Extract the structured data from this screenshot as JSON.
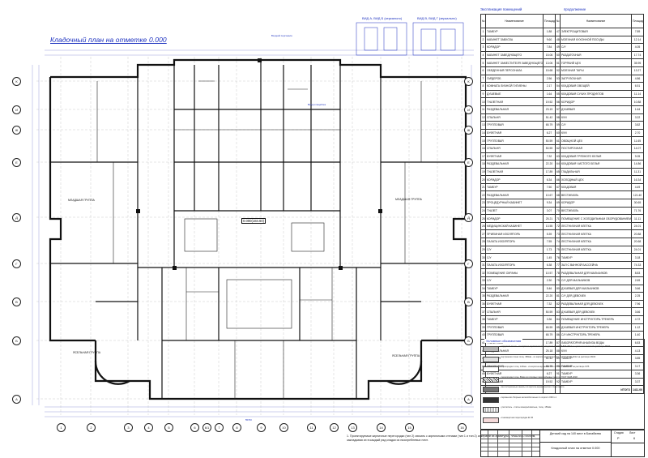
{
  "title": "Кладочный план на отметке 0.000",
  "views": {
    "view_a": "ВИД А, ВИД Б (зеркально)",
    "view_b": "ВИД В, ВИД Г (зеркально)"
  },
  "explication": {
    "title_left": "Экспликация помещений",
    "title_right": "продолжение",
    "col_name": "Наименование",
    "col_area": "Площадь м²"
  },
  "rooms_left": [
    {
      "n": "1",
      "name": "ТАМБУР",
      "area": "1.88"
    },
    {
      "n": "2",
      "name": "КАБИНЕТ ЗАВХОЗА",
      "area": "9.60"
    },
    {
      "n": "3",
      "name": "КОРИДОР",
      "area": "7.84"
    },
    {
      "n": "4",
      "name": "КАБИНЕТ ЗАВЕДУЮЩЕГО",
      "area": "15.06"
    },
    {
      "n": "5",
      "name": "КАБИНЕТ ЗАМЕСТИТЕЛЯ ЗАВЕДУЮЩЕГО",
      "area": "13.06"
    },
    {
      "n": "6",
      "name": "ОБЕДЕННАЯ ПЕРСОНАЛА",
      "area": "15.68"
    },
    {
      "n": "7",
      "name": "ГАРДЕРОБ",
      "area": "2.56"
    },
    {
      "n": "8",
      "name": "КОМНАТА ЛИЧНОЙ ГИГИЕНЫ",
      "area": "2.17"
    },
    {
      "n": "9",
      "name": "ДУШЕВЫЕ",
      "area": "1.64"
    },
    {
      "n": "10",
      "name": "ТУАЛЕТНАЯ",
      "area": "19.52"
    },
    {
      "n": "11",
      "name": "РАЗДЕВАЛЬНАЯ",
      "area": "23.19"
    },
    {
      "n": "12",
      "name": "СПАЛЬНЯ",
      "area": "51.42"
    },
    {
      "n": "13",
      "name": "ГРУППОВАЯ",
      "area": "65.79"
    },
    {
      "n": "14",
      "name": "БУФЕТНАЯ",
      "area": "6.27"
    },
    {
      "n": "15",
      "name": "ГРУППОВАЯ",
      "area": "50.59"
    },
    {
      "n": "16",
      "name": "СПАЛЬНЯ",
      "area": "50.59"
    },
    {
      "n": "17",
      "name": "БУФЕТНАЯ",
      "area": "7.32"
    },
    {
      "n": "18",
      "name": "РАЗДЕВАЛЬНАЯ",
      "area": "22.20"
    },
    {
      "n": "19",
      "name": "ТУАЛЕТНАЯ",
      "area": "17.89"
    },
    {
      "n": "20",
      "name": "КОРИДОР",
      "area": "6.34"
    },
    {
      "n": "21",
      "name": "ТАМБУР",
      "area": "7.50"
    },
    {
      "n": "22",
      "name": "РАЗДЕВАЛЬНАЯ",
      "area": "10.67"
    },
    {
      "n": "23",
      "name": "ПРОЦЕДУРНЫЙ КАБИНЕТ",
      "area": "9.34"
    },
    {
      "n": "24",
      "name": "ТУАЛЕТ",
      "area": "3.07"
    },
    {
      "n": "25",
      "name": "КОРИДОР",
      "area": "25.21"
    },
    {
      "n": "26",
      "name": "МЕДИЦИНСКИЙ КАБИНЕТ",
      "area": "13.55"
    },
    {
      "n": "27",
      "name": "ПРИЕМНАЯ ИЗОЛЯТОРА",
      "area": "5.39"
    },
    {
      "n": "28",
      "name": "ПАЛАТА ИЗОЛЯТОРА",
      "area": "7.55"
    },
    {
      "n": "29",
      "name": "С/У",
      "area": "1.73"
    },
    {
      "n": "30",
      "name": "С/У",
      "area": "1.45"
    },
    {
      "n": "31",
      "name": "ПАЛАТА ИЗОЛЯТОРА",
      "area": "6.38"
    },
    {
      "n": "32",
      "name": "ПОМЕЩЕНИЕ ОХРАНЫ",
      "area": "10.57"
    },
    {
      "n": "33",
      "name": "С/У",
      "area": "2.30"
    },
    {
      "n": "34",
      "name": "ТАМБУР",
      "area": "5.46"
    },
    {
      "n": "35",
      "name": "РАЗДЕВАЛЬНАЯ",
      "area": "22.20"
    },
    {
      "n": "36",
      "name": "БУФЕТНАЯ",
      "area": "7.32"
    },
    {
      "n": "37",
      "name": "СПАЛЬНЯ",
      "area": "50.59"
    },
    {
      "n": "38",
      "name": "ТАМБУР",
      "area": "3.36"
    },
    {
      "n": "39",
      "name": "ГРУППОВАЯ",
      "area": "65.59"
    },
    {
      "n": "40",
      "name": "ГРУППОВАЯ",
      "area": "65.79"
    },
    {
      "n": "41",
      "name": "ТУАЛЕТНАЯ",
      "area": "17.89"
    },
    {
      "n": "42",
      "name": "РАЗДЕВАЛЬНАЯ",
      "area": "25.18"
    },
    {
      "n": "43",
      "name": "СПАЛЬНЯ",
      "area": "51.42"
    },
    {
      "n": "44",
      "name": "ГРУППОВАЯ",
      "area": "65.79"
    },
    {
      "n": "45",
      "name": "БУФЕТНАЯ",
      "area": "6.27"
    },
    {
      "n": "46",
      "name": "ТУАЛЕТНАЯ",
      "area": "19.52"
    }
  ],
  "rooms_right": [
    {
      "n": "47",
      "name": "ЭЛЕКТРОЩИТОВАЯ",
      "area": "7.89"
    },
    {
      "n": "48",
      "name": "МОЕЧНАЯ КУХОННОЙ ПОСУДЫ",
      "area": "12.14"
    },
    {
      "n": "49",
      "name": "С/У",
      "area": "4.05"
    },
    {
      "n": "50",
      "name": "РАЗДАТОЧНАЯ",
      "area": "17.74"
    },
    {
      "n": "51",
      "name": "ГОРЯЧИЙ ЦЕХ",
      "area": "35.95"
    },
    {
      "n": "52",
      "name": "МОЕЧНАЯ ТАРЫ",
      "area": "13.27"
    },
    {
      "n": "53",
      "name": "ЗАГРУЗОЧНАЯ",
      "area": "4.86"
    },
    {
      "n": "54",
      "name": "КЛАДОВАЯ ОВОЩЕЙ",
      "area": "6.51"
    },
    {
      "n": "55",
      "name": "КЛАДОВАЯ СУХИХ ПРОДУКТОВ",
      "area": "11.14"
    },
    {
      "n": "56",
      "name": "КОРИДОР",
      "area": "10.88"
    },
    {
      "n": "57",
      "name": "ДУШЕВАЯ",
      "area": "1.64"
    },
    {
      "n": "58",
      "name": "КУИ",
      "area": "3.22"
    },
    {
      "n": "59",
      "name": "С/У",
      "area": "3.82"
    },
    {
      "n": "60",
      "name": "КУИ",
      "area": "2.70"
    },
    {
      "n": "61",
      "name": "ОВОЩНОЙ ЦЕХ",
      "area": "11.65"
    },
    {
      "n": "62",
      "name": "ПОСТИРОЧНАЯ",
      "area": "14.07"
    },
    {
      "n": "63",
      "name": "КЛАДОВАЯ ГРЯЗНОГО БЕЛЬЯ",
      "area": "9.05"
    },
    {
      "n": "64",
      "name": "КЛАДОВАЯ ЧИСТОГО БЕЛЬЯ",
      "area": "14.86"
    },
    {
      "n": "65",
      "name": "ГЛАДИЛЬНАЯ",
      "area": "11.31"
    },
    {
      "n": "66",
      "name": "ХОЛОДНЫЙ ЦЕХ",
      "area": "16.34"
    },
    {
      "n": "67",
      "name": "КЛАДОВАЯ",
      "area": "4.49"
    },
    {
      "n": "68",
      "name": "ВЕСТИБЮЛЬ",
      "area": "121.40"
    },
    {
      "n": "69",
      "name": "КОРИДОР",
      "area": "30.65"
    },
    {
      "n": "70",
      "name": "ВЕСТИБЮЛЬ",
      "area": "71.76"
    },
    {
      "n": "71",
      "name": "ПОМЕЩЕНИЕ С ХОЛОДИЛЬНЫМ ОБОРУДОВАНИЕМ",
      "area": "11.11"
    },
    {
      "n": "72",
      "name": "ЛЕСТНИЧНАЯ КЛЕТКА",
      "area": "24.01"
    },
    {
      "n": "73",
      "name": "ЛЕСТНИЧНАЯ КЛЕТКА",
      "area": "20.88"
    },
    {
      "n": "74",
      "name": "ЛЕСТНИЧНАЯ КЛЕТКА",
      "area": "20.68"
    },
    {
      "n": "75",
      "name": "ЛЕСТНИЧНАЯ КЛЕТКА",
      "area": "24.01"
    },
    {
      "n": "76",
      "name": "ТАМБУР",
      "area": "3.18"
    },
    {
      "n": "77",
      "name": "ЗАЛ С ВАННОЙ БАССЕЙНА",
      "area": "74.33"
    },
    {
      "n": "78",
      "name": "РАЗДЕВАЛЬНАЯ ДЛЯ МАЛЬЧИКОВ",
      "area": "8.83"
    },
    {
      "n": "79",
      "name": "С/У ДЛЯ МАЛЬЧИКОВ",
      "area": "2.69"
    },
    {
      "n": "80",
      "name": "ДУШЕВАЯ ДЛЯ МАЛЬЧИКОВ",
      "area": "3.66"
    },
    {
      "n": "81",
      "name": "С/У ДЛЯ ДЕВОЧЕК",
      "area": "2.25"
    },
    {
      "n": "82",
      "name": "РАЗДЕВАЛЬНАЯ ДЛЯ ДЕВОЧЕК",
      "area": "7.96"
    },
    {
      "n": "83",
      "name": "ДУШЕВАЯ ДЛЯ ДЕВОЧЕК",
      "area": "3.66"
    },
    {
      "n": "84",
      "name": "ПОМЕЩЕНИЕ ИНСТРУКТОРА-ТРЕНЕРА",
      "area": "4.72"
    },
    {
      "n": "85",
      "name": "ДУШЕВАЯ ИНСТРУКТОРА-ТРЕНЕРА",
      "area": "1.12"
    },
    {
      "n": "86",
      "name": "С/У ИНСТРУКТОРА-ТРЕНЕРА",
      "area": "1.40"
    },
    {
      "n": "87",
      "name": "ЛАБОРАТОРИЯ АНАЛИЗА ВОДЫ",
      "area": "6.83"
    },
    {
      "n": "88",
      "name": "КУИ",
      "area": "4.13"
    },
    {
      "n": "89",
      "name": "ТАМБУР",
      "area": "3.85"
    },
    {
      "n": "90",
      "name": "ТАМБУР",
      "area": "3.17"
    },
    {
      "n": "91",
      "name": "ТАМБУР",
      "area": "3.36"
    },
    {
      "n": "92",
      "name": "ТАМБУР",
      "area": "3.37"
    }
  ],
  "total": {
    "label": "ИТОГО",
    "area": "1411.00"
  },
  "legend": {
    "title": "Условные обозначения",
    "items": [
      "- наружная стена - из кирпича керамического лицевого по ГОСТ 530-2012 на цементно-песчаном растворе М100",
      "- внутренняя стена толщ. 380мм - из кирпича керамического по ГОСТ 530-2012 на растворе М100",
      "- перегородки толщ. 120мм - из кирпича керамического по ГОСТ 530-2012 на растворе М75",
      "- перегородки толщ. 80мм из гипсовых пазогребневых плит по ГОСТ 6428-2018",
      "- вентиляционные каналы из кирпича керамического полнотелого",
      "- перемычки сборные железобетонные по серии 1.038.1-1",
      "- утеплитель - плиты минераловатные, толщ. 150мм",
      "- огнезащитная перегородка EI 45"
    ]
  },
  "note": "1. Проектируемые кирпичные перегородки (тип 2) связать с кирпичными стенами (тип 1 и тип 2) анкерами из арматуры - Ф6А240 L=500мм, закладывая их в каждый ряд кладки из пазогребневых плит.",
  "stamp": {
    "project": "Детский сад на 140 мест в Балабиево",
    "sheet_title": "Кладочный план на отметке 0.000",
    "stage_label": "Стадия",
    "stage": "Р",
    "sheet_label": "Лист",
    "sheet": "6"
  },
  "labels": {
    "mark": "0.000(184.60)",
    "young_group": "МЛАДШАЯ ГРУППА",
    "young_group_2": "МЛАДШАЯ ГРУППА",
    "nursery": "ЯСЕЛЬНАЯ ГРУППА",
    "nursery_2": "ЯСЕЛЬНАЯ ГРУППА",
    "staff_entry": "Входной персонала",
    "kitchen_entry": "Вход в пищеблок",
    "dim_main": "55700"
  },
  "axes_h": [
    "1",
    "2",
    "3",
    "4",
    "5",
    "6",
    "6/1",
    "7",
    "8",
    "9",
    "10",
    "11",
    "12",
    "13",
    "14",
    "15",
    "16"
  ],
  "axes_v": [
    "К",
    "И",
    "Ж",
    "Е",
    "Д",
    "Г",
    "В",
    "Б",
    "А"
  ]
}
